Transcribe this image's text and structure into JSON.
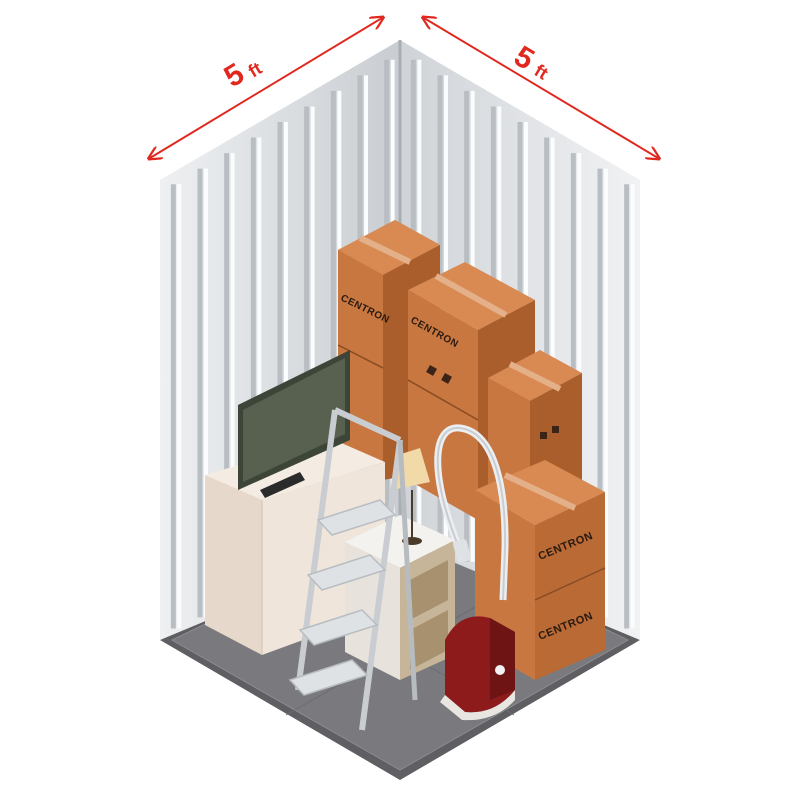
{
  "dimensions": {
    "left": {
      "value": "5",
      "unit": "ft"
    },
    "right": {
      "value": "5",
      "unit": "ft"
    }
  },
  "box_brand": "CENTRON",
  "colors": {
    "dimension_arrow": "#e0281e",
    "wall": "#d9dde0",
    "box": "#c9733d",
    "box_tape": "#e3b08a",
    "vacuum": "#8e1b1b",
    "floor": "#6e6e72"
  },
  "items": [
    "storage-unit",
    "cardboard-boxes",
    "television",
    "dresser",
    "nightstand",
    "table-lamp",
    "step-ladder",
    "vacuum-cleaner"
  ]
}
